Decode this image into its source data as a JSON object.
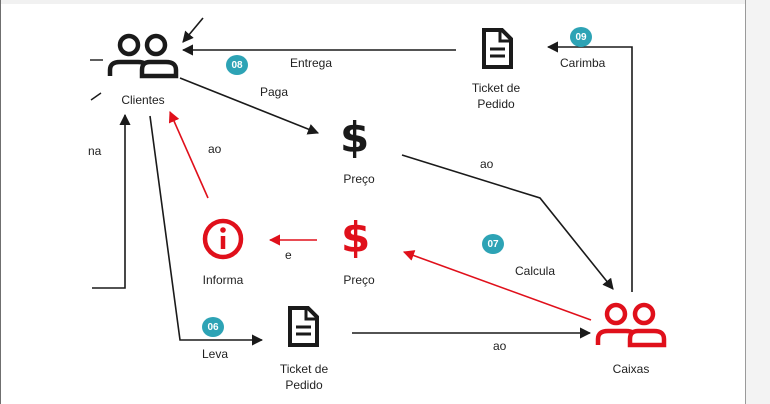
{
  "nodes": {
    "clientes": "Clientes",
    "ticket_top": [
      "Ticket de",
      "Pedido"
    ],
    "preco_top": "Preço",
    "informa": "Informa",
    "preco_red": "Preço",
    "ticket_bottom": [
      "Ticket de",
      "Pedido"
    ],
    "caixas": "Caixas"
  },
  "edges": {
    "entrega": "Entrega",
    "paga": "Paga",
    "carimba": "Carimba",
    "ao_preco_caixas": "ao",
    "ao_informa_clientes": "ao",
    "calcula": "Calcula",
    "e": "e",
    "leva": "Leva",
    "ao_ticket_caixas": "ao",
    "cut_left": "na"
  },
  "badges": {
    "b08": "08",
    "b09": "09",
    "b07": "07",
    "b06": "06"
  },
  "colors": {
    "black": "#1a1a1a",
    "red": "#e0101b",
    "badge": "#2da3b5"
  },
  "icons": {
    "clientes": "users-icon",
    "caixas": "users-icon",
    "ticket": "document-icon",
    "preco": "dollar-icon",
    "informa": "info-icon"
  }
}
